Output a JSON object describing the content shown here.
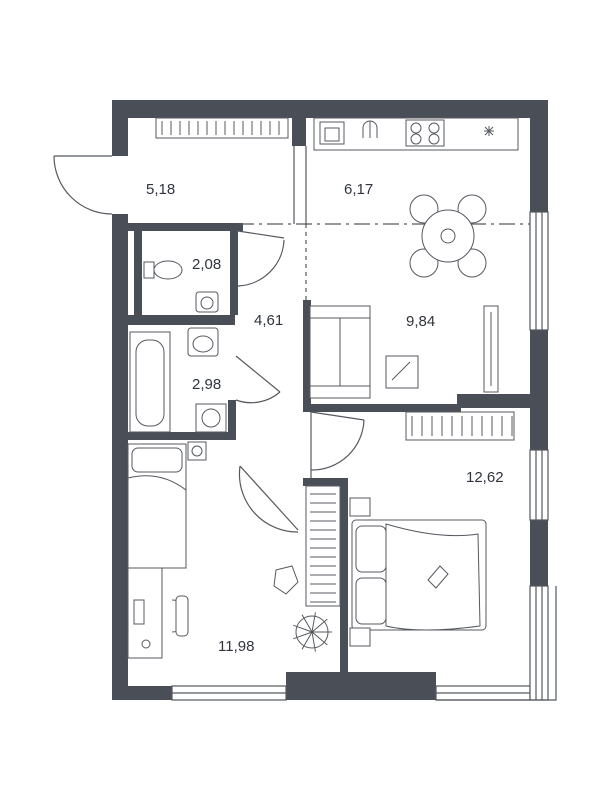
{
  "colors": {
    "wall": "#4a4f57",
    "line": "#55595f",
    "furniture_fill": "#ffffff",
    "text": "#2f343d"
  },
  "rooms": [
    {
      "id": "hall",
      "area": "5,18"
    },
    {
      "id": "kitchen",
      "area": "6,17"
    },
    {
      "id": "toilet",
      "area": "2,08"
    },
    {
      "id": "corridor",
      "area": "4,61"
    },
    {
      "id": "living",
      "area": "9,84"
    },
    {
      "id": "bathroom",
      "area": "2,98"
    },
    {
      "id": "bedroom-right",
      "area": "12,62"
    },
    {
      "id": "bedroom-left",
      "area": "11,98"
    }
  ],
  "icons": [
    "wardrobe-icon",
    "sink-icon",
    "stove-icon",
    "hood-icon",
    "dining-table-icon",
    "toilet-icon",
    "bathtub-icon",
    "washing-machine-icon",
    "sofa-icon",
    "tv-icon",
    "bed-icon",
    "desk-icon",
    "plant-icon",
    "toy-icon",
    "fan-icon"
  ]
}
